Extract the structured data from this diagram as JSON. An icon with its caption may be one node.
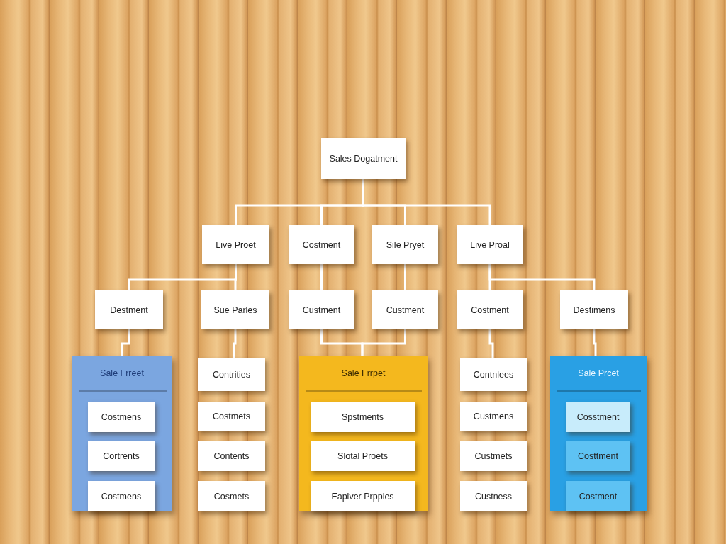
{
  "diagram": {
    "nodes": [
      {
        "text": [
          "Sales Dogatment"
        ]
      },
      {
        "text": [
          "Live Proet"
        ]
      },
      {
        "text": [
          "Costment"
        ]
      },
      {
        "text": [
          "Sile Pryet"
        ]
      },
      {
        "text": [
          "Live Proal"
        ]
      },
      {
        "text": [
          "Destment"
        ]
      },
      {
        "text": [
          "Sue Parles"
        ]
      },
      {
        "text": [
          "Custment"
        ]
      },
      {
        "text": [
          "Custment"
        ]
      },
      {
        "text": [
          "Costment"
        ]
      },
      {
        "text": [
          "Destimens"
        ]
      },
      {
        "text": [
          "Sale Frreet"
        ]
      },
      {
        "text": [
          "Costmens"
        ],
        "in": 11
      },
      {
        "text": [
          "Cortrents"
        ],
        "in": 11
      },
      {
        "text": [
          "Costmens"
        ],
        "in": 11
      },
      {
        "text": [
          "Contrities"
        ]
      },
      {
        "text": [
          "Costmets"
        ]
      },
      {
        "text": [
          "Contents"
        ]
      },
      {
        "text": [
          "Cosmets"
        ]
      },
      {
        "text": [
          "Sale Frrpet"
        ]
      },
      {
        "text": [
          "Spstments"
        ],
        "in": 19
      },
      {
        "text": [
          "Slotal Proets"
        ],
        "in": 19
      },
      {
        "text": [
          "Eapiver Prpples"
        ],
        "in": 19
      },
      {
        "text": [
          "Contnlees"
        ]
      },
      {
        "text": [
          "Custmens"
        ]
      },
      {
        "text": [
          "Custmets"
        ]
      },
      {
        "text": [
          "Custness"
        ]
      },
      {
        "text": [
          "Sale Prcet"
        ]
      },
      {
        "text": [
          "Cosstment"
        ],
        "in": 27
      },
      {
        "text": [
          "Costtment"
        ],
        "in": 27
      },
      {
        "text": [
          "Costment"
        ],
        "in": 27
      }
    ],
    "edges": [
      {
        "from": 0,
        "to": 1,
        "arrow": "none"
      },
      {
        "from": 0,
        "to": 2,
        "arrow": "none"
      },
      {
        "from": 0,
        "to": 3,
        "arrow": "none"
      },
      {
        "from": 0,
        "to": 4,
        "arrow": "none"
      },
      {
        "from": 1,
        "to": 5,
        "arrow": "none"
      },
      {
        "from": 1,
        "to": 6,
        "arrow": "none"
      },
      {
        "from": 2,
        "to": 7,
        "arrow": "none"
      },
      {
        "from": 3,
        "to": 8,
        "arrow": "none"
      },
      {
        "from": 4,
        "to": 9,
        "arrow": "none"
      },
      {
        "from": 4,
        "to": 10,
        "arrow": "none"
      },
      {
        "from": 5,
        "to": 11,
        "arrow": "none"
      },
      {
        "from": 6,
        "to": 15,
        "arrow": "none"
      },
      {
        "from": 7,
        "to": 19,
        "arrow": "none"
      },
      {
        "from": 8,
        "to": 19,
        "arrow": "none"
      },
      {
        "from": 9,
        "to": 23,
        "arrow": "none"
      },
      {
        "from": 10,
        "to": 27,
        "arrow": "none"
      }
    ]
  }
}
